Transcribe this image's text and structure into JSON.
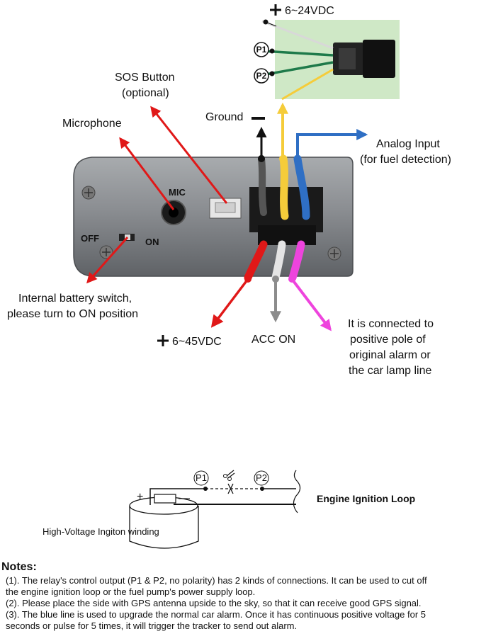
{
  "labels": {
    "power_6_24": "6~24VDC",
    "p1": "P1",
    "p2": "P2",
    "sos_line1": "SOS Button",
    "sos_line2": "(optional)",
    "microphone": "Microphone",
    "ground": "Ground",
    "analog_line1": "Analog Input",
    "analog_line2": "(for fuel detection)",
    "mic": "MIC",
    "off": "OFF",
    "on": "ON",
    "battery_line1": "Internal battery switch,",
    "battery_line2": "please turn to ON position",
    "power_6_45": "6~45VDC",
    "acc_on": "ACC ON",
    "alarm_line1": "It is connected to",
    "alarm_line2": "positive pole of",
    "alarm_line3": "original alarm or",
    "alarm_line4": "the car lamp line"
  },
  "ignition": {
    "p1": "P1",
    "p2": "P2",
    "plus": "+",
    "minus": "—",
    "loop_label": "Engine Ignition Loop",
    "winding_label": "High-Voltage Ingiton winding"
  },
  "notes": {
    "title": "Notes:",
    "lines": [
      "(1). The relay's control output (P1 & P2, no polarity) has 2 kinds of connections. It can be used to cut off",
      "the engine ignition loop or the fuel pump's power supply loop.",
      "(2). Please place the side with GPS antenna upside to the sky, so that it can receive good GPS signal.",
      "(3). The blue line is used to upgrade the normal car alarm. Once it has continuous positive voltage for 5",
      "seconds or pulse for 5 times, it will trigger the tracker to send out alarm."
    ]
  },
  "colors": {
    "red": "#e01818",
    "yellow": "#f5cc3a",
    "blue": "#2f6fc4",
    "gray": "#8c8c8c",
    "pink": "#ee44dd",
    "green": "#1e7a4a",
    "relay_bg": "#cfe8c6",
    "device_body": "#8a8d91"
  }
}
